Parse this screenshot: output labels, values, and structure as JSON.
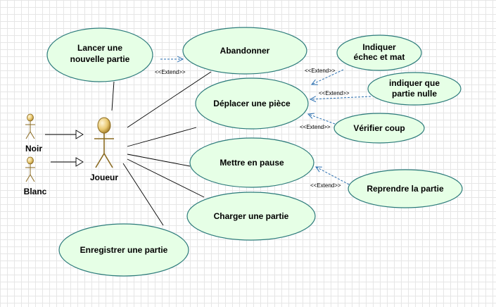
{
  "actors": {
    "joueur": "Joueur",
    "noir": "Noir",
    "blanc": "Blanc"
  },
  "use_cases": {
    "lancer_l1": "Lancer une",
    "lancer_l2": "nouvelle partie",
    "abandonner": "Abandonner",
    "deplacer": "Déplacer une pièce",
    "echec_l1": "Indiquer",
    "echec_l2": "échec et mat",
    "nulle_l1": "indiquer que",
    "nulle_l2": "partie nulle",
    "verifier": "Vérifier coup",
    "pause": "Mettre en pause",
    "reprendre": "Reprendre la partie",
    "charger": "Charger une partie",
    "enregistrer": "Enregistrer une partie"
  },
  "extend_label": "<<Extend>>",
  "colors": {
    "use_case_fill": "#e6ffe6",
    "use_case_stroke": "#2b7a7a",
    "extend_arrow": "#2a6fb0",
    "actor_fill": "#e8c870"
  }
}
